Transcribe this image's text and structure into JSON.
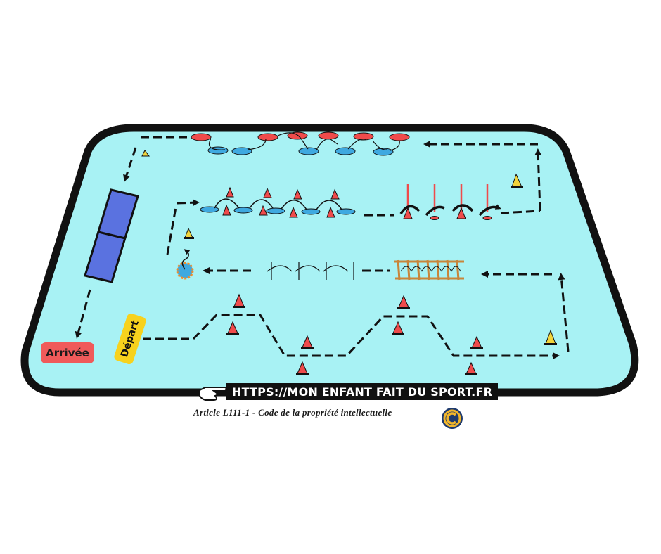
{
  "labels": {
    "arrivee": "Arrivée",
    "depart": "Départ"
  },
  "footer": {
    "url": "HTTPS://MON ENFANT FAIT DU SPORT.FR",
    "copyright": "Article L111-1 - Code de la propriété intellectuelle"
  },
  "icons": {
    "pointer": "pointing-hand-icon",
    "copyright": "copyright-badge-icon",
    "cone": "cone-icon",
    "hurdle": "hurdle-icon",
    "ladder": "agility-ladder-icon",
    "hoop": "hoop-icon",
    "mat": "gym-mat-icon",
    "pole": "slalom-pole-icon"
  },
  "colors": {
    "field": "#a8f2f4",
    "field_border": "#111111",
    "red_marker": "#ef4b4b",
    "blue_marker": "#3fa9e0",
    "yellow_cone": "#f2d43b",
    "mat": "#5a72e0",
    "ladder": "#c8853a",
    "arrivee_bg": "#f05a5a",
    "depart_bg": "#f7d21d"
  }
}
